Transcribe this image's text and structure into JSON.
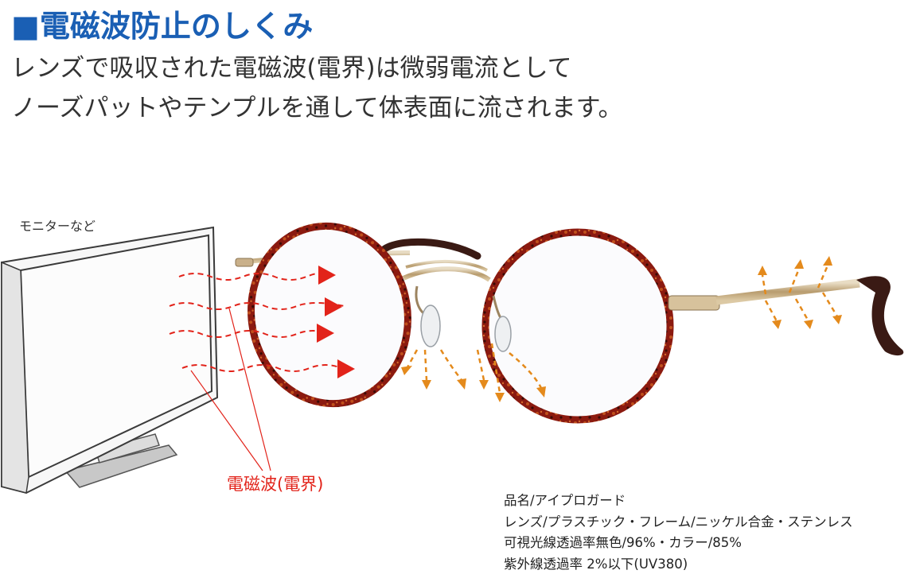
{
  "heading": "■電磁波防止のしくみ",
  "description": [
    "レンズで吸収された電磁波(電界)は微弱電流として",
    "ノーズパットやテンプルを通して体表面に流されます。"
  ],
  "diagram": {
    "monitor_label": "モニターなど",
    "field_label": "電磁波(電界)",
    "icons": [
      "monitor-icon",
      "glasses-icon",
      "red-arrow-icon",
      "orange-arrow-icon"
    ],
    "colors": {
      "heading": "#1a5fb4",
      "wave": "#e2231a",
      "current": "#e48a1c",
      "frame": "#8b1a10",
      "metal": "#c9b08a"
    }
  },
  "specs": [
    "品名/アイプロガード",
    "レンズ/プラスチック・フレーム/ニッケル合金・ステンレス",
    "可視光線透過率無色/96%・カラー/85%",
    "紫外線透過率 2%以下(UV380)"
  ]
}
